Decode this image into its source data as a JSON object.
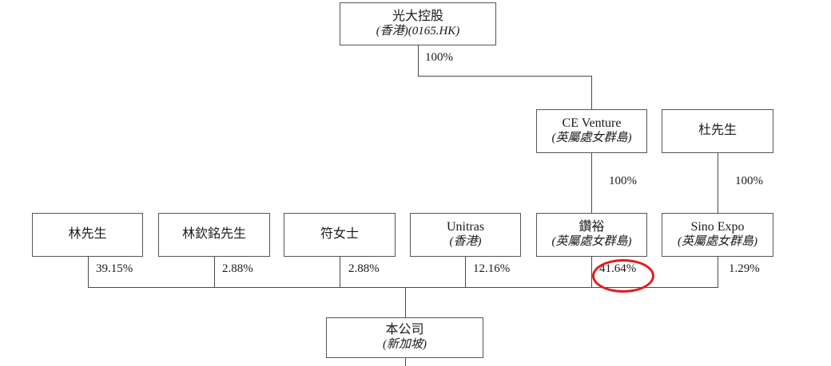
{
  "diagram": {
    "title": "Shareholding structure chart",
    "nodes": [
      {
        "id": "parent",
        "line1": "光大控股",
        "line2": "(香港)(0165.HK)"
      },
      {
        "id": "ce_venture",
        "line1": "CE Venture",
        "line2": "(英屬處女群島)"
      },
      {
        "id": "mr_du",
        "line1": "杜先生",
        "line2": ""
      },
      {
        "id": "mr_lin",
        "line1": "林先生",
        "line2": ""
      },
      {
        "id": "mr_lin_qm",
        "line1": "林欽銘先生",
        "line2": ""
      },
      {
        "id": "ms_fu",
        "line1": "符女士",
        "line2": ""
      },
      {
        "id": "unitras",
        "line1": "Unitras",
        "line2": "(香港)"
      },
      {
        "id": "zuanyu",
        "line1": "鑽裕",
        "line2": "(英屬處女群島)"
      },
      {
        "id": "sino_expo",
        "line1": "Sino Expo",
        "line2": "(英屬處女群島)"
      },
      {
        "id": "company",
        "line1": "本公司",
        "line2": "(新加坡)"
      }
    ],
    "edge_labels": [
      {
        "id": "parent_to_ce",
        "text": "100%"
      },
      {
        "id": "ce_to_zuanyu",
        "text": "100%"
      },
      {
        "id": "du_to_sino",
        "text": "100%"
      },
      {
        "id": "lin_to_company",
        "text": "39.15%"
      },
      {
        "id": "linqm_to_company",
        "text": "2.88%"
      },
      {
        "id": "fu_to_company",
        "text": "2.88%"
      },
      {
        "id": "unitras_to_company",
        "text": "12.16%"
      },
      {
        "id": "zuanyu_to_company",
        "text": "41.64%"
      },
      {
        "id": "sino_to_company",
        "text": "1.29%"
      }
    ],
    "highlight": {
      "target_label": "zuanyu_to_company",
      "color": "#e21b1b",
      "shape": "ellipse"
    },
    "colors": {
      "box_border": "#555555",
      "connector": "#4a4a4a",
      "text": "#1a1a1a",
      "highlight": "#e21b1b",
      "background": "#ffffff"
    }
  }
}
